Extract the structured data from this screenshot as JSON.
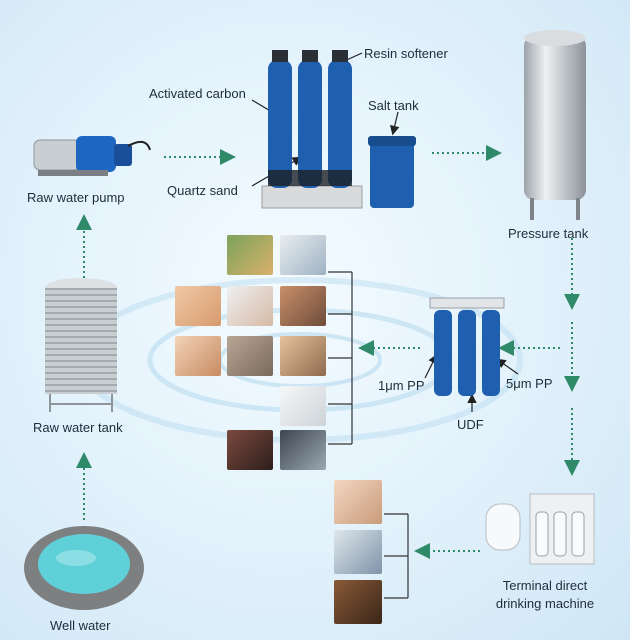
{
  "title": "",
  "components": {
    "raw_water_pump": "Raw water pump",
    "activated_carbon": "Activated carbon",
    "resin_softener": "Resin softener",
    "salt_tank": "Salt tank",
    "quartz_sand": "Quartz sand",
    "pressure_tank": "Pressure tank",
    "raw_water_tank": "Raw water tank",
    "well_water": "Well water",
    "pp_1um": "1μm PP",
    "pp_5um": "5μm PP",
    "udf": "UDF",
    "terminal_line1": "Terminal direct",
    "terminal_line2": "drinking machine"
  },
  "colors": {
    "arrow": "#2f8a6a",
    "filter_blue": "#1e5fb0",
    "stainless": "#c9ced3",
    "well_water": "#5fd0d8"
  }
}
